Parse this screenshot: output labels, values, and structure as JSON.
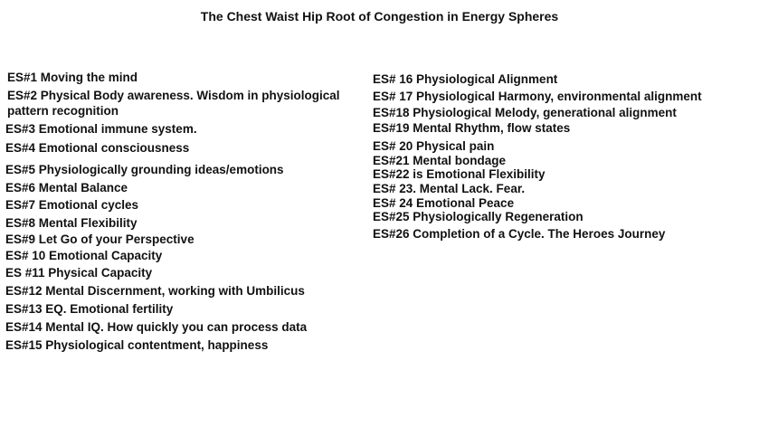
{
  "title": "The Chest Waist Hip Root of Congestion in Energy Spheres",
  "left_items": [
    "ES#1  Moving the mind",
    "ES#2 Physical Body awareness. Wisdom in physiological pattern recognition",
    "ES#3  Emotional immune system.",
    "ES#4 Emotional consciousness",
    "ES#5 Physiologically grounding ideas/emotions",
    "ES#6 Mental Balance",
    "ES#7  Emotional cycles",
    "ES#8  Mental Flexibility",
    "ES#9  Let Go of your Perspective",
    "ES# 10   Emotional Capacity",
    "ES #11  Physical Capacity",
    "ES#12 Mental Discernment, working with Umbilicus",
    "ES#13 EQ. Emotional fertility",
    "ES#14  Mental IQ. How quickly you can process data",
    "ES#15 Physiological contentment, happiness"
  ],
  "right_items": [
    "ES# 16 Physiological Alignment",
    "ES# 17 Physiological Harmony, environmental alignment",
    "ES#18  Physiological Melody, generational alignment",
    "ES#19 Mental Rhythm, flow states",
    "ES# 20 Physical pain",
    "ES#21 Mental bondage",
    "ES#22 is Emotional Flexibility",
    "ES# 23. Mental Lack. Fear.",
    "ES# 24 Emotional Peace",
    "ES#25 Physiologically Regeneration",
    "ES#26 Completion of a Cycle. The Heroes Journey"
  ]
}
